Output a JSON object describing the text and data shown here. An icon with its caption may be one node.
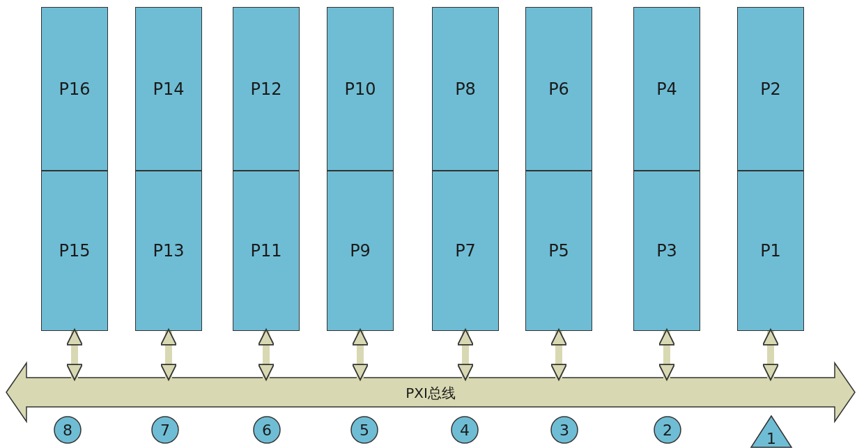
{
  "diagram": {
    "nodes": [
      {
        "text": [
          "P16"
        ]
      },
      {
        "text": [
          "P14"
        ]
      },
      {
        "text": [
          "P12"
        ]
      },
      {
        "text": [
          "P10"
        ]
      },
      {
        "text": [
          "P8"
        ]
      },
      {
        "text": [
          "P6"
        ]
      },
      {
        "text": [
          "P4"
        ]
      },
      {
        "text": [
          "P2"
        ]
      },
      {
        "text": [
          "P15"
        ]
      },
      {
        "text": [
          "P13"
        ]
      },
      {
        "text": [
          "P11"
        ]
      },
      {
        "text": [
          "P9"
        ]
      },
      {
        "text": [
          "P7"
        ]
      },
      {
        "text": [
          "P5"
        ]
      },
      {
        "text": [
          "P3"
        ]
      },
      {
        "text": [
          "P1"
        ]
      },
      {
        "text": [
          "PXI总线"
        ]
      },
      {
        "text": [
          "8"
        ]
      },
      {
        "text": [
          "7"
        ]
      },
      {
        "text": [
          "6"
        ]
      },
      {
        "text": [
          "5"
        ]
      },
      {
        "text": [
          "4"
        ]
      },
      {
        "text": [
          "3"
        ]
      },
      {
        "text": [
          "2"
        ]
      },
      {
        "text": [
          "1"
        ]
      }
    ],
    "edges": [
      {
        "from": 16,
        "to": 8,
        "arrow": "both"
      },
      {
        "from": 16,
        "to": 9,
        "arrow": "both"
      },
      {
        "from": 16,
        "to": 10,
        "arrow": "both"
      },
      {
        "from": 16,
        "to": 11,
        "arrow": "both"
      },
      {
        "from": 16,
        "to": 12,
        "arrow": "both"
      },
      {
        "from": 16,
        "to": 13,
        "arrow": "both"
      },
      {
        "from": 16,
        "to": 14,
        "arrow": "both"
      },
      {
        "from": 16,
        "to": 15,
        "arrow": "both"
      }
    ]
  }
}
